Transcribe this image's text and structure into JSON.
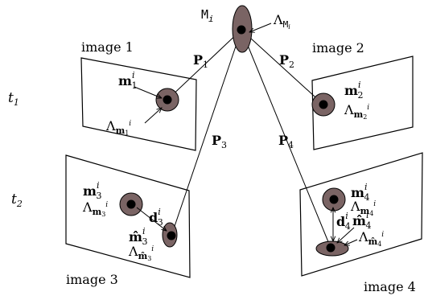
{
  "images": [
    {
      "name": "image 1"
    },
    {
      "name": "image 2"
    },
    {
      "name": "image 3"
    },
    {
      "name": "image 4"
    }
  ],
  "times": {
    "t1": "t",
    "t1_sub": "1",
    "t2": "t",
    "t2_sub": "2"
  },
  "world_point": {
    "name": "M",
    "sub": "i",
    "cov": "Λ",
    "cov_sub": "M",
    "cov_sub2": "i"
  },
  "projections": [
    {
      "name": "P",
      "sub": "1"
    },
    {
      "name": "P",
      "sub": "2"
    },
    {
      "name": "P",
      "sub": "3"
    },
    {
      "name": "P",
      "sub": "4"
    }
  ],
  "points": {
    "m1": {
      "name": "m",
      "sub": "1",
      "sup": "i",
      "cov": "Λ",
      "cov_sub": "m",
      "cov_subsub": "1",
      "cov_sup": "i"
    },
    "m2": {
      "name": "m",
      "sub": "2",
      "sup": "i",
      "cov": "Λ",
      "cov_sub": "m",
      "cov_subsub": "2",
      "cov_sup": "i"
    },
    "m3": {
      "name": "m",
      "sub": "3",
      "sup": "i",
      "cov": "Λ",
      "cov_sub": "m",
      "cov_subsub": "3",
      "cov_sup": "i"
    },
    "m4": {
      "name": "m",
      "sub": "4",
      "sup": "i",
      "cov": "Λ",
      "cov_sub": "m",
      "cov_subsub": "4",
      "cov_sup": "i"
    },
    "mhat3": {
      "name": "m̂",
      "sub": "3",
      "sup": "i",
      "cov": "Λ",
      "cov_sub": "m̂",
      "cov_subsub": "3",
      "cov_sup": "i"
    },
    "mhat4": {
      "name": "m̂",
      "sub": "4",
      "sup": "i",
      "cov": "Λ",
      "cov_sub": "m̂",
      "cov_subsub": "4",
      "cov_sup": "i"
    },
    "d3": {
      "name": "d",
      "sub": "3",
      "sup": "i"
    },
    "d4": {
      "name": "d",
      "sub": "4",
      "sup": "i"
    }
  },
  "colors": {
    "ellipse_fill": "#7a6464",
    "point": "#000000",
    "line": "#000000"
  }
}
